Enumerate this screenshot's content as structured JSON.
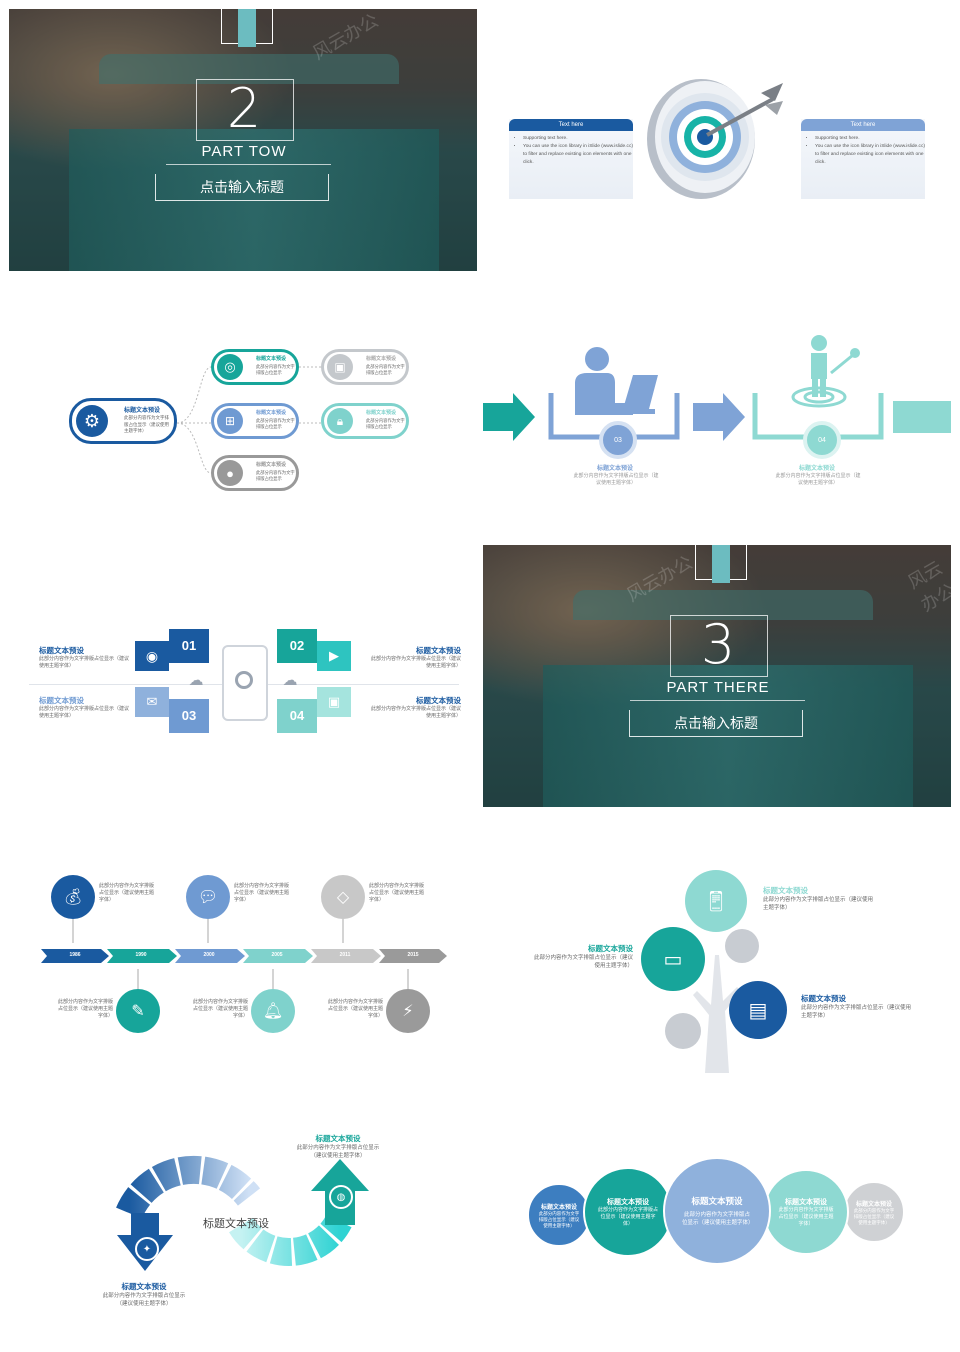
{
  "slide_part2": {
    "number": "2",
    "part": "PART  TOW",
    "title": "点击输入标题",
    "watermark": "风云办公"
  },
  "slide_target": {
    "left_box": {
      "title": "Text here",
      "lines": [
        "Supporting text here.",
        "You can use the icon library in iSlide",
        "(www.islide.cc) to filter and replace existing icon",
        "elements with one click."
      ]
    },
    "right_box": {
      "title": "Text here",
      "lines": [
        "Supporting text here.",
        "You can use the icon library in iSlide",
        "(www.islide.cc) to filter and replace existing icon",
        "elements with one click."
      ]
    }
  },
  "slide_tree_pills": {
    "root": {
      "title": "标题文本预设",
      "text": "此部分内容作为文字排版占位显示（建议使用主题字体）"
    },
    "items": [
      {
        "title": "标题文本预设",
        "text": "此部分内容作为文字排版占位显示",
        "icon": "camera-shutter-icon"
      },
      {
        "title": "标题文本预设",
        "text": "此部分内容作为文字排版占位显示",
        "icon": "camera-icon"
      },
      {
        "title": "标题文本预设",
        "text": "此部分内容作为文字排版占位显示",
        "icon": "windows-icon"
      },
      {
        "title": "标题文本预设",
        "text": "此部分内容作为文字排版占位显示",
        "icon": "lock-icon"
      },
      {
        "title": "标题文本预设",
        "text": "此部分内容作为文字排版占位显示",
        "icon": "apple-icon"
      }
    ],
    "colors": [
      "#17a59a",
      "#aab0b5",
      "#6f9ad2",
      "#7fd2cc",
      "#999999"
    ]
  },
  "slide_process": {
    "steps": [
      {
        "num": "03",
        "title": "标题文本预设",
        "text": "此部分内容作为文字排版占位显示（建议使用主题字体）"
      },
      {
        "num": "04",
        "title": "标题文本预设",
        "text": "此部分内容作为文字排版占位显示（建议使用主题字体）"
      }
    ]
  },
  "slide_phone": {
    "labels": [
      {
        "title": "标题文本预设",
        "text": "此部分内容作为文字排版占位显示（建议使用主题字体）"
      },
      {
        "title": "标题文本预设",
        "text": "此部分内容作为文字排版占位显示（建议使用主题字体）"
      },
      {
        "title": "标题文本预设",
        "text": "此部分内容作为文字排版占位显示（建议使用主题字体）"
      },
      {
        "title": "标题文本预设",
        "text": "此部分内容作为文字排版占位显示（建议使用主题字体）"
      }
    ],
    "numbers": [
      "01",
      "02",
      "03",
      "04"
    ]
  },
  "slide_part3": {
    "number": "3",
    "part": "PART THERE",
    "title": "点击输入标题",
    "watermark": "风云办公"
  },
  "slide_timeline": {
    "years": [
      "1986",
      "1990",
      "2000",
      "2005",
      "2011",
      "2015"
    ],
    "colors": [
      "#1a5aa0",
      "#17a59a",
      "#6f9ad2",
      "#7fd2cc",
      "#c8c8c8",
      "#9a9a9a"
    ],
    "notes": [
      "此部分内容作为文字排版占位显示（建议使用主题字体）",
      "此部分内容作为文字排版占位显示（建议使用主题字体）",
      "此部分内容作为文字排版占位显示（建议使用主题字体）",
      "此部分内容作为文字排版占位显示（建议使用主题字体）",
      "此部分内容作为文字排版占位显示（建议使用主题字体）",
      "此部分内容作为文字排版占位显示（建议使用主题字体）"
    ]
  },
  "slide_tree": {
    "labels": [
      {
        "title": "标题文本预设",
        "text": "此部分内容作为文字排版占位显示（建议使用主题字体）"
      },
      {
        "title": "标题文本预设",
        "text": "此部分内容作为文字排版占位显示（建议使用主题字体）"
      },
      {
        "title": "标题文本预设",
        "text": "此部分内容作为文字排版占位显示（建议使用主题字体）"
      }
    ]
  },
  "slide_snake": {
    "center": "标题文本预设",
    "top": {
      "title": "标题文本预设",
      "text": "此部分内容作为文字排版占位显示（建议使用主题字体）"
    },
    "bottom": {
      "title": "标题文本预设",
      "text": "此部分内容作为文字排版占位显示（建议使用主题字体）"
    }
  },
  "slide_circles": {
    "items": [
      {
        "title": "标题文本预设",
        "text": "此部分内容作为文字排版占位显示（建议使用主题字体）",
        "color": "#3d7ec0"
      },
      {
        "title": "标题文本预设",
        "text": "此部分内容作为文字排版占位显示（建议使用主题字体）",
        "color": "#17a59a"
      },
      {
        "title": "标题文本预设",
        "text": "此部分内容作为文字排版占位显示（建议使用主题字体）",
        "color": "#8fb1dc"
      },
      {
        "title": "标题文本预设",
        "text": "此部分内容作为文字排版占位显示（建议使用主题字体）",
        "color": "#8ed9d2"
      },
      {
        "title": "标题文本预设",
        "text": "此部分内容作为文字排版占位显示（建议使用主题字体）",
        "color": "#cfd1d4"
      }
    ]
  }
}
